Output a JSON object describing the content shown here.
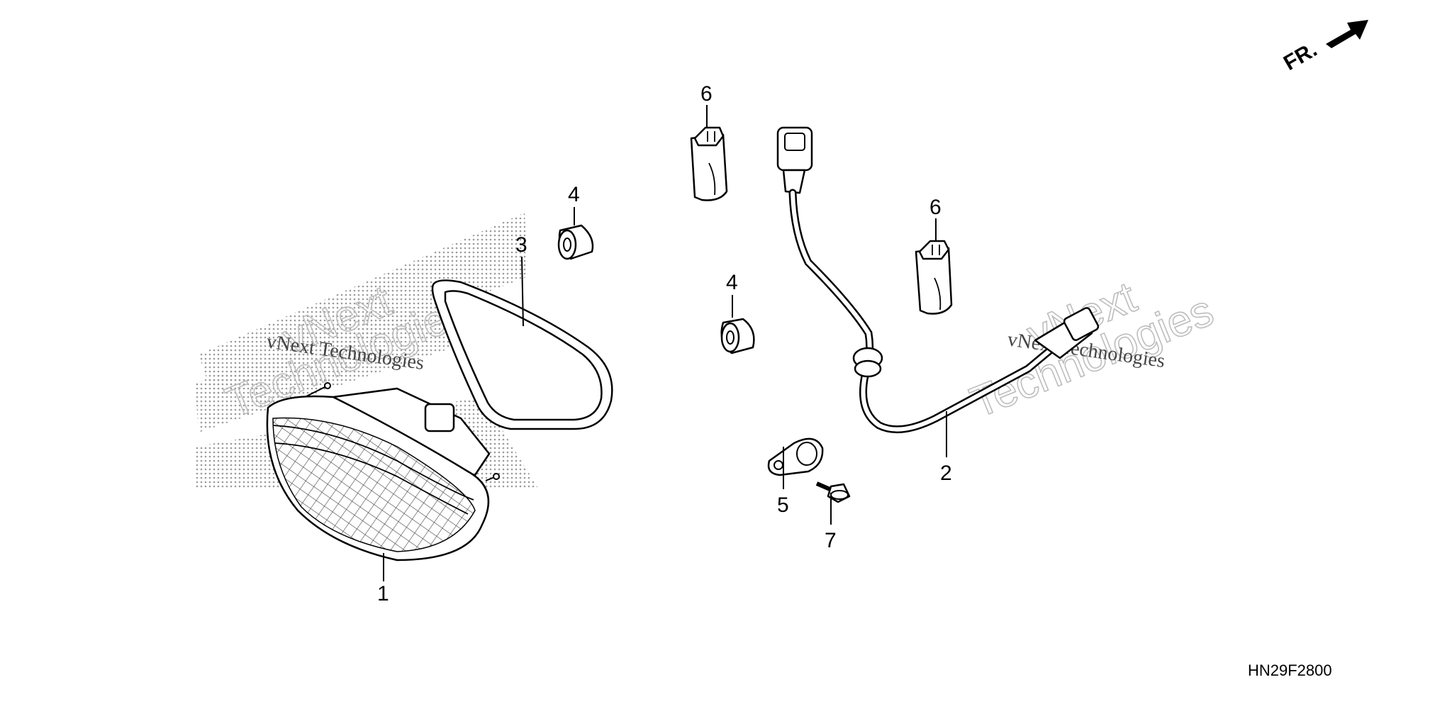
{
  "callouts": {
    "c1": "1",
    "c2": "2",
    "c3": "3",
    "c4a": "4",
    "c4b": "4",
    "c5": "5",
    "c6a": "6",
    "c6b": "6",
    "c7": "7"
  },
  "direction_marker": "FR.",
  "diagram_code": "HN29F2800",
  "watermarks": {
    "large_top_left": "vNext",
    "large_bottom_left": "Technologies",
    "small_left": "vNext Technologies",
    "large_top_right": "vNext",
    "large_bottom_right": "Technologies",
    "small_right": "vNext Technologies"
  }
}
